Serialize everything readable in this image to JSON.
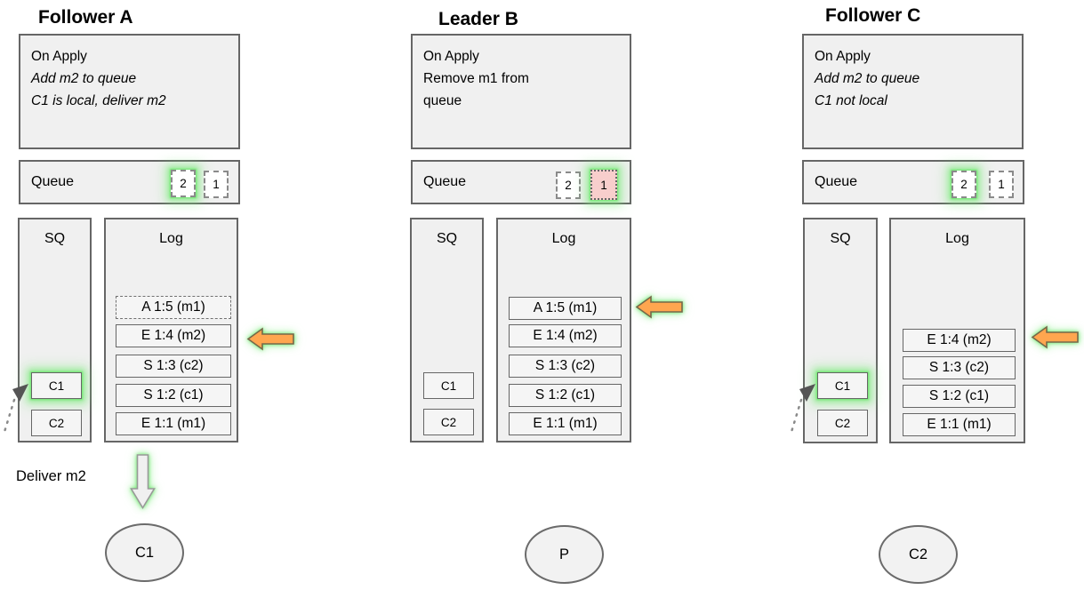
{
  "colors": {
    "background": "#ffffff",
    "text": "#000000",
    "box_fill": "#f0f0f0",
    "box_border": "#666666",
    "entry_fill": "#f5f5f5",
    "queue_item_fill": "#ffffff",
    "removed_item_fill": "#f8cecc",
    "highlight_glow": "#6ee76e",
    "arrow_fill": "#ffa64f",
    "arrow_stroke": "#75684a",
    "gray_arrow_fill": "#f0f0f0",
    "gray_arrow_stroke": "#999999",
    "ellipse_fill": "#f2f2f2"
  },
  "columns": [
    {
      "title": "Follower A",
      "apply_note": [
        "On Apply",
        "Add m2 to queue",
        "C1 is local, deliver m2"
      ],
      "queue": {
        "label": "Queue",
        "items": [
          {
            "value": "2"
          },
          {
            "value": "1"
          }
        ]
      },
      "sq": {
        "label": "SQ",
        "items": [
          {
            "value": "C1"
          },
          {
            "value": "C2"
          }
        ]
      },
      "log": {
        "label": "Log",
        "entries": [
          {
            "label": "A 1:5 (m1)"
          },
          {
            "label": "E 1:4 (m2)"
          },
          {
            "label": "S 1:3 (c2)"
          },
          {
            "label": "S 1:2 (c1)"
          },
          {
            "label": "E 1:1 (m1)"
          }
        ]
      },
      "deliver_label": "Deliver m2",
      "client": {
        "label": "C1"
      }
    },
    {
      "title": "Leader B",
      "apply_note": [
        "On Apply",
        "Remove m1 from",
        "queue"
      ],
      "queue": {
        "label": "Queue",
        "items": [
          {
            "value": "2"
          },
          {
            "value": "1"
          }
        ]
      },
      "sq": {
        "label": "SQ",
        "items": [
          {
            "value": "C1"
          },
          {
            "value": "C2"
          }
        ]
      },
      "log": {
        "label": "Log",
        "entries": [
          {
            "label": "A 1:5 (m1)"
          },
          {
            "label": "E 1:4 (m2)"
          },
          {
            "label": "S 1:3 (c2)"
          },
          {
            "label": "S 1:2 (c1)"
          },
          {
            "label": "E 1:1 (m1)"
          }
        ]
      },
      "client": {
        "label": "P"
      }
    },
    {
      "title": "Follower C",
      "apply_note": [
        "On Apply",
        "Add m2 to queue",
        "C1 not local"
      ],
      "queue": {
        "label": "Queue",
        "items": [
          {
            "value": "2"
          },
          {
            "value": "1"
          }
        ]
      },
      "sq": {
        "label": "SQ",
        "items": [
          {
            "value": "C1"
          },
          {
            "value": "C2"
          }
        ]
      },
      "log": {
        "label": "Log",
        "entries": [
          {
            "label": "E 1:4 (m2)"
          },
          {
            "label": "S 1:3 (c2)"
          },
          {
            "label": "S 1:2 (c1)"
          },
          {
            "label": "E 1:1 (m1)"
          }
        ]
      },
      "client": {
        "label": "C2"
      }
    }
  ]
}
